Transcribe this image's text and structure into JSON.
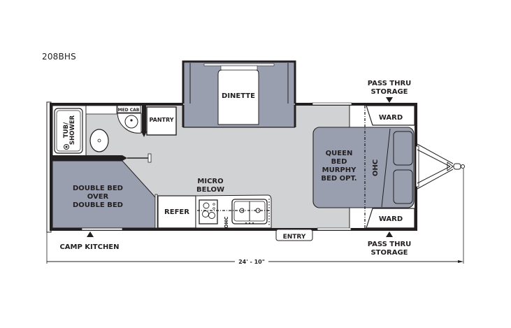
{
  "model": {
    "name": "208BHS"
  },
  "colors": {
    "wall": "#231f20",
    "floor": "#d1d2d4",
    "bed_fill": "#9a9fb0",
    "white": "#ffffff",
    "line": "#231f20"
  },
  "rooms": {
    "tub_shower": "TUB/ SHOWER",
    "tub_line1": "TUB/",
    "tub_line2": "SHOWER",
    "med_cab": "MED CAB",
    "pantry": "PANTRY",
    "dinette": "DINETTE",
    "bunk": {
      "line1": "DOUBLE BED",
      "line2": "OVER",
      "line3": "DOUBLE BED"
    },
    "micro": {
      "line1": "MICRO",
      "line2": "BELOW"
    },
    "refer": "REFER",
    "ohc_kitchen": "OHC",
    "entry": "ENTRY",
    "queen": {
      "line1": "QUEEN",
      "line2": "BED",
      "line3": "MURPHY",
      "line4": "BED OPT."
    },
    "ohc_bedroom": "OHC",
    "ward_top": "WARD",
    "ward_bottom": "WARD"
  },
  "callouts": {
    "camp_kitchen": "CAMP KITCHEN",
    "pass_thru_top": {
      "line1": "PASS THRU",
      "line2": "STORAGE"
    },
    "pass_thru_bottom": {
      "line1": "PASS THRU",
      "line2": "STORAGE"
    }
  },
  "dimensions": {
    "length": "24' - 10\""
  }
}
